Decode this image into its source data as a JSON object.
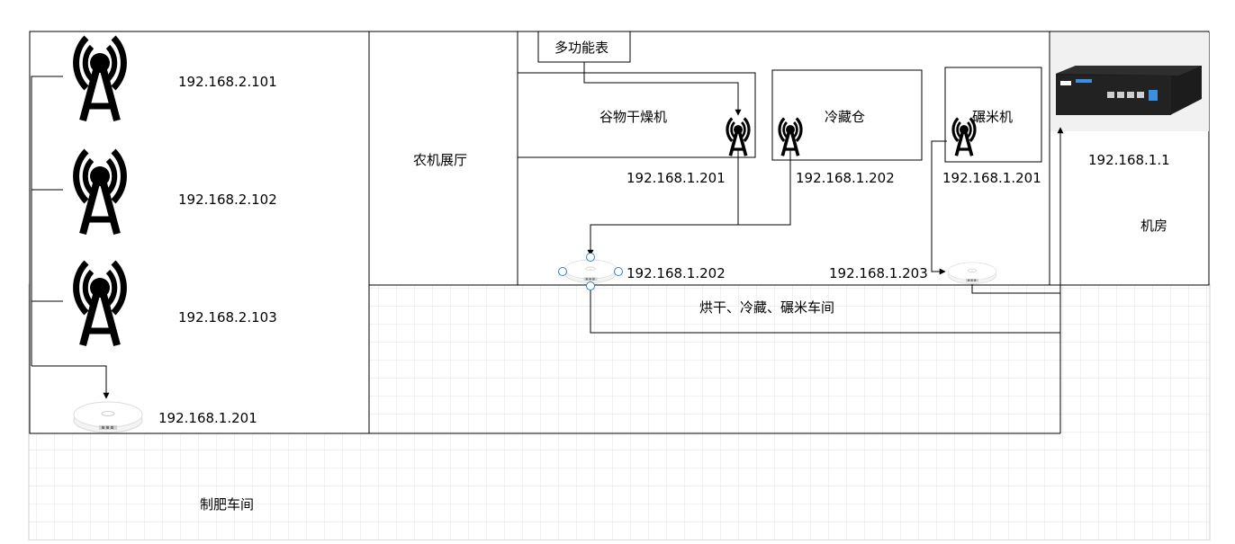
{
  "labels": {
    "ip_2_101": "192.168.2.101",
    "ip_2_102": "192.168.2.102",
    "ip_2_103": "192.168.2.103",
    "ip_fert_ap": "192.168.1.201",
    "fertilizer_workshop": "制肥车间",
    "machinery_hall": "农机展厅",
    "multifunction_meter": "多功能表",
    "grain_dryer": "谷物干燥机",
    "cold_storage": "冷藏仓",
    "rice_mill": "碾米机",
    "ip_dryer": "192.168.1.201",
    "ip_cold": "192.168.1.202",
    "ip_mill": "192.168.1.201",
    "ip_ap_center": "192.168.1.202",
    "ip_ap_right": "192.168.1.203",
    "workshop_label": "烘干、冷藏、碾米车间",
    "ip_router": "192.168.1.1",
    "server_room": "机房"
  },
  "colors": {
    "line": "#000000",
    "grid": "#e3e3e3",
    "selection": "#2f7fd8",
    "ap_body": "#f4f4f4",
    "router_body": "#1c1c1c",
    "router_port": "#3a8fe0"
  }
}
